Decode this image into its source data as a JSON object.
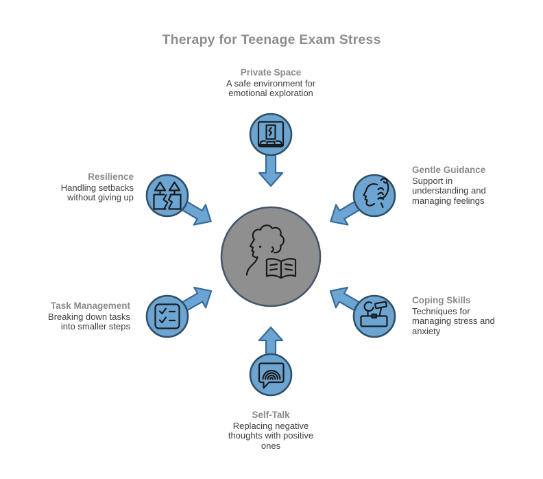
{
  "title": "Therapy for Teenage Exam Stress",
  "colors": {
    "node_fill": "#6ca4d2",
    "node_stroke": "#2f4f66",
    "arrow_stroke": "#36699c",
    "center_fill": "#8f8f8f",
    "center_stroke": "#45566b",
    "title_color": "#8c8c8c",
    "heading_color": "#8a8a8a",
    "body_color": "#3d3d3d",
    "icon_color": "#1b1b1b"
  },
  "center": {
    "icon": "person-reading-icon"
  },
  "nodes": [
    {
      "id": "private-space",
      "position": "top",
      "title": "Private Space",
      "description": "A safe environment for emotional exploration",
      "icon": "privacy-booth-icon"
    },
    {
      "id": "gentle-guidance",
      "position": "upper-right",
      "title": "Gentle Guidance",
      "description": "Support in understanding and managing feelings",
      "icon": "hand-on-head-icon"
    },
    {
      "id": "coping-skills",
      "position": "lower-right",
      "title": "Coping Skills",
      "description": "Techniques for managing stress and anxiety",
      "icon": "toolbox-icon"
    },
    {
      "id": "self-talk",
      "position": "bottom",
      "title": "Self-Talk",
      "description": "Replacing negative thoughts with positive ones",
      "icon": "speech-bubble-rainbow-icon"
    },
    {
      "id": "task-management",
      "position": "lower-left",
      "title": "Task Management",
      "description": "Breaking down tasks into smaller steps",
      "icon": "checklist-icon"
    },
    {
      "id": "resilience",
      "position": "upper-left",
      "title": "Resilience",
      "description": "Handling setbacks without giving up",
      "icon": "broken-arrows-icon"
    }
  ]
}
